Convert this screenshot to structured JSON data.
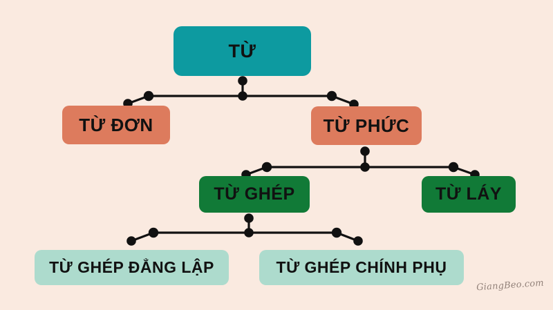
{
  "diagram": {
    "title": "TU - word classification tree",
    "background_color": "#faeae0",
    "connector_color": "#111111",
    "levels": [
      {
        "level": 1,
        "color": "#0d9aa0",
        "nodes": [
          {
            "id": "tu",
            "label": "TỪ"
          }
        ]
      },
      {
        "level": 2,
        "color": "#dd7b5d",
        "nodes": [
          {
            "id": "tu-don",
            "label": "TỪ ĐƠN"
          },
          {
            "id": "tu-phuc",
            "label": "TỪ PHỨC"
          }
        ]
      },
      {
        "level": 3,
        "color": "#117a37",
        "nodes": [
          {
            "id": "tu-ghep",
            "label": "TỪ GHÉP"
          },
          {
            "id": "tu-lay",
            "label": "TỪ LÁY"
          }
        ]
      },
      {
        "level": 4,
        "color": "#addbcd",
        "nodes": [
          {
            "id": "tu-ghep-dang-lap",
            "label": "TỪ GHÉP ĐẲNG LẬP"
          },
          {
            "id": "tu-ghep-chinh-phu",
            "label": "TỪ GHÉP CHÍNH PHỤ"
          }
        ]
      }
    ]
  },
  "watermark": {
    "text": "GiangBeo.com"
  }
}
